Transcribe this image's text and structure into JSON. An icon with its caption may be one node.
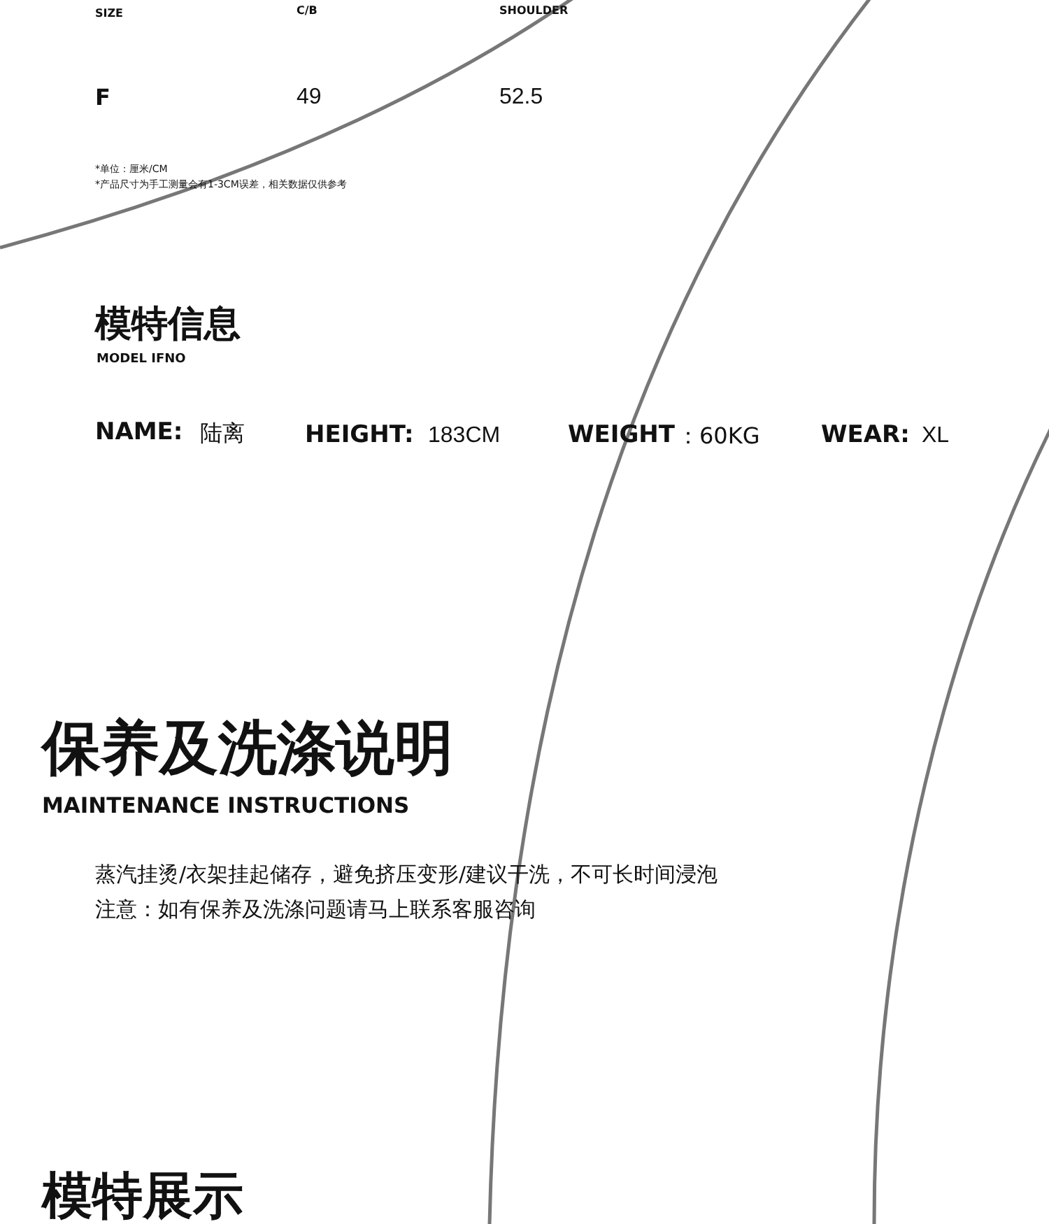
{
  "diagram": {
    "labels": [
      "SIZE",
      "C/B",
      "SHOULDER",
      "F",
      "49",
      "52.5",
      "*单位：厘米/CM",
      "*产品尺寸为手工测量会有1-3CM误差，相关数据仅供参考",
      "模特信息",
      "MODEL IFNO",
      "NAME:",
      "陆离",
      "HEIGHT:",
      "183CM",
      "WEIGHT",
      "：60KG",
      "WEAR:",
      "XL",
      "保养及洗涤说明",
      "MAINTENANCE INSTRUCTIONS",
      "蒸汽挂烫/衣架挂起储存，避免挤压变形/建议干洗，不可长时间浸泡",
      "注意：如有保养及洗涤问题请马上联系客服咨询",
      "模特展示"
    ]
  }
}
